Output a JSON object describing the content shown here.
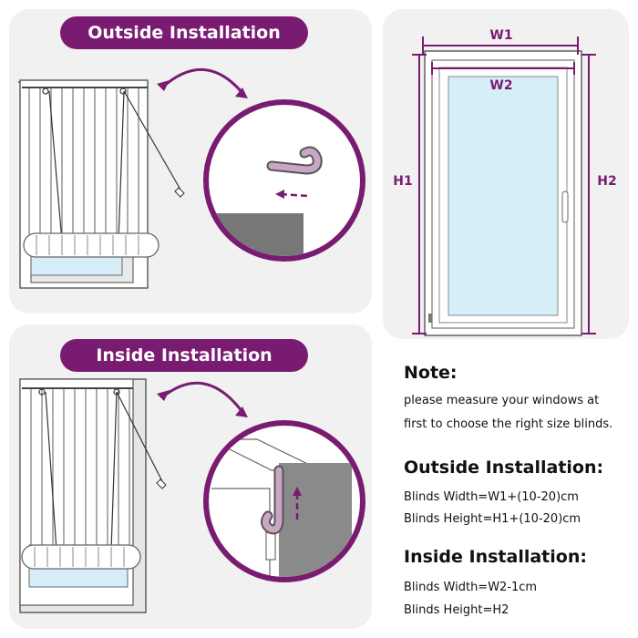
{
  "outside": {
    "title": "Outside Installation"
  },
  "inside": {
    "title": "Inside Installation"
  },
  "window": {
    "w1": "W1",
    "w2": "W2",
    "h1": "H1",
    "h2": "H2"
  },
  "notes": {
    "heading": "Note:",
    "line1": "please measure your windows at",
    "line2": "first to choose the right size blinds.",
    "outside_heading": "Outside Installation:",
    "outside_width": "Blinds Width=W1+(10-20)cm",
    "outside_height": "Blinds Height=H1+(10-20)cm",
    "inside_heading": "Inside Installation:",
    "inside_width": "Blinds Width=W2-1cm",
    "inside_height": "Blinds Height=H2"
  },
  "colors": {
    "accent": "#7a1b72",
    "panel": "#f1f1f1",
    "glass": "#d6eef8"
  }
}
